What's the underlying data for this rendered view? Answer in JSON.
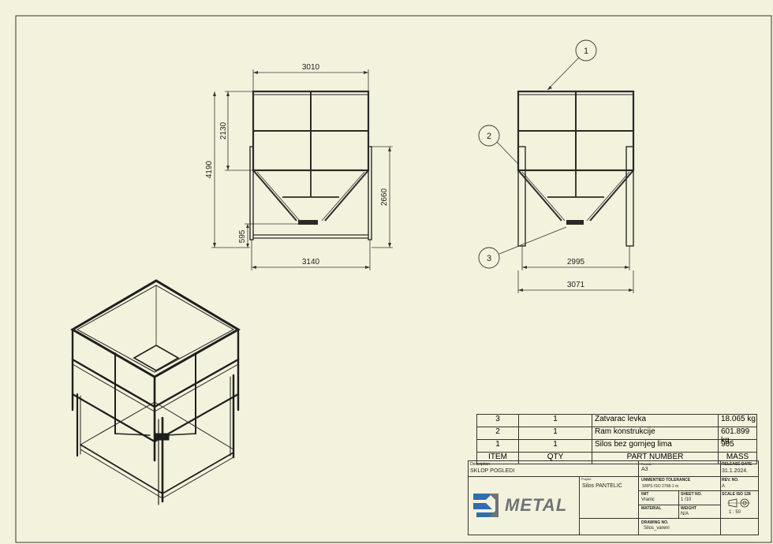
{
  "dimensions": {
    "front_width_top": "3010",
    "front_upper_height": "2130",
    "front_total_height": "4190",
    "front_leg_height": "2660",
    "front_outlet_height": "595",
    "front_width_bottom": "3140",
    "side_width_inner": "2995",
    "side_width_outer": "3071"
  },
  "balloons": [
    "1",
    "2",
    "3"
  ],
  "bom": {
    "headers": [
      "ITEM",
      "QTY",
      "PART NUMBER",
      "MASS"
    ],
    "rows": [
      {
        "item": "3",
        "qty": "1",
        "part": "Zatvarac levka",
        "mass": "18.065 kg"
      },
      {
        "item": "2",
        "qty": "1",
        "part": "Ram konstrukcije",
        "mass": "601.899 kg"
      },
      {
        "item": "1",
        "qty": "1",
        "part": "Silos bez gornjeg lima",
        "mass": "905"
      }
    ]
  },
  "title_block": {
    "description_label": "Description",
    "description_value": "SKLOP POGLEDI",
    "format_label": "Format",
    "format_value": "A3",
    "project_label": "Projekt",
    "project_value": "Silos PANTELIĆ",
    "company_name": "METAL",
    "unmentioned_tolerance_label": "UNMENTIED TOLERANCE",
    "unmentioned_tolerance_value": "SRPS ISO 2768-1 m",
    "release_date_label": "RELEASE DATE",
    "release_date_value": "31.1.2024.",
    "rev_label": "REV. NO.",
    "rev_value": "A",
    "init_label": "INIT",
    "init_value": "Vranic",
    "sheet_label": "SHEET NO.",
    "sheet_value": "1 /10",
    "scale_label": "SCALE ISO 128",
    "scale_value": "1 : 50",
    "material_label": "MATERIAL",
    "material_value": "",
    "weight_label": "WEIGHT",
    "weight_value": "N/A",
    "drawing_no_label": "DRAWING NO.",
    "drawing_no_value": "Silos_vareni"
  },
  "colors": {
    "paper": "#f3f3dd",
    "line": "#2a2a2a",
    "logo_blue": "#2f6fb0",
    "logo_gray": "#6f7377"
  }
}
